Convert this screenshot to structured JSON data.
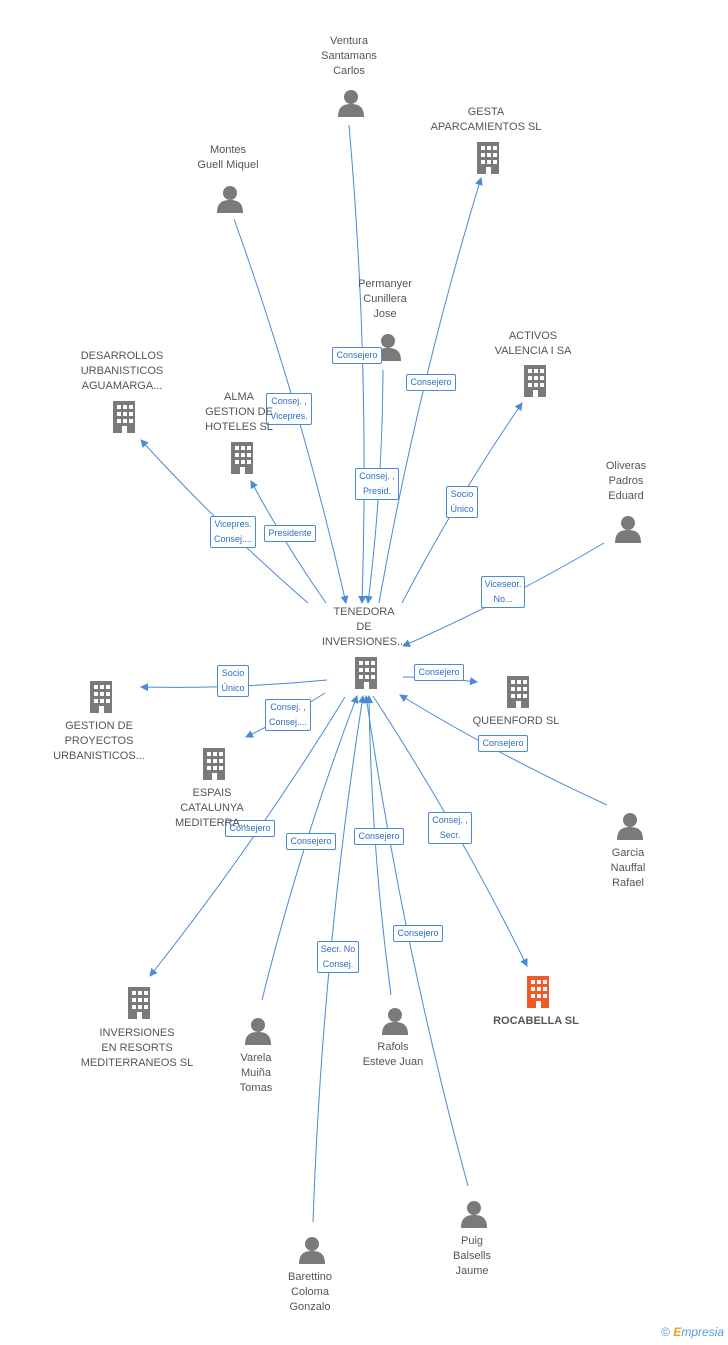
{
  "nodes": {
    "center": {
      "label": "TENEDORA\nDE\nINVERSIONES...",
      "kind": "company"
    },
    "ventura": {
      "label": "Ventura\nSantamans\nCarlos",
      "kind": "person"
    },
    "gesta": {
      "label": "GESTA\nAPARCAMIENTOS SL",
      "kind": "company"
    },
    "montes": {
      "label": "Montes\nGuell Miquel",
      "kind": "person"
    },
    "permanyer": {
      "label": "Permanyer\nCunillera\nJose",
      "kind": "person"
    },
    "activos": {
      "label": "ACTIVOS\nVALENCIA I SA",
      "kind": "company"
    },
    "desarrollos": {
      "label": "DESARROLLOS\nURBANISTICOS\nAGUAMARGA...",
      "kind": "company"
    },
    "alma": {
      "label": "ALMA\nGESTION DE\nHOTELES SL",
      "kind": "company"
    },
    "oliveras": {
      "label": "Oliveras\nPadros\nEduard",
      "kind": "person"
    },
    "gestion": {
      "label": "GESTION DE\nPROYECTOS\nURBANISTICOS...",
      "kind": "company"
    },
    "queenford": {
      "label": "QUEENFORD SL",
      "kind": "company"
    },
    "espais": {
      "label": "ESPAIS\nCATALUNYA\nMEDITERRA...",
      "kind": "company"
    },
    "garcia": {
      "label": "Garcia\nNauffal\nRafael",
      "kind": "person"
    },
    "inversiones": {
      "label": "INVERSIONES\nEN RESORTS\nMEDITERRANEOS SL",
      "kind": "company"
    },
    "varela": {
      "label": "Varela\nMuiña\nTomas",
      "kind": "person"
    },
    "rafols": {
      "label": "Rafols\nEsteve Juan",
      "kind": "person"
    },
    "rocabella": {
      "label": "ROCABELLA SL",
      "kind": "company",
      "highlight": true
    },
    "barettino": {
      "label": "Barettino\nColoma\nGonzalo",
      "kind": "person"
    },
    "puig": {
      "label": "Puig\nBalsells\nJaume",
      "kind": "person"
    }
  },
  "edges": [
    {
      "from": "ventura",
      "to": "center",
      "label": "Consejero"
    },
    {
      "from": "center",
      "to": "gesta",
      "label": "Consejero"
    },
    {
      "from": "montes",
      "to": "center",
      "label": "Consej. ,\nVicepres."
    },
    {
      "from": "permanyer",
      "to": "center",
      "label": "Consej. ,\nPresid."
    },
    {
      "from": "center",
      "to": "activos",
      "label": "Socio\nÚnico"
    },
    {
      "from": "center",
      "to": "desarrollos",
      "label": "Vicepres.\nConsej...."
    },
    {
      "from": "center",
      "to": "alma",
      "label": "Presidente"
    },
    {
      "from": "oliveras",
      "to": "center",
      "label": "Viceseor.\nNo..."
    },
    {
      "from": "center",
      "to": "gestion",
      "label": "Socio\nÚnico"
    },
    {
      "from": "center",
      "to": "queenford",
      "label": "Consejero"
    },
    {
      "from": "center",
      "to": "espais",
      "label": "Consej. ,\nConsej...."
    },
    {
      "from": "garcia",
      "to": "center",
      "label": "Consejero"
    },
    {
      "from": "center",
      "to": "inversiones",
      "label": "Consejero"
    },
    {
      "from": "varela",
      "to": "center",
      "label": "Consejero"
    },
    {
      "from": "rafols",
      "to": "center",
      "label": "Consejero"
    },
    {
      "from": "center",
      "to": "rocabella",
      "label": "Consej. ,\nSecr."
    },
    {
      "from": "barettino",
      "to": "center",
      "label": "Secr.  No\nConsej."
    },
    {
      "from": "puig",
      "to": "center",
      "label": "Consejero"
    }
  ],
  "colors": {
    "edge": "#4a8ad6",
    "node": "#7a7a7a",
    "highlight": "#f05a28"
  },
  "watermark": {
    "copyright": "©",
    "brand_initial": "E",
    "brand_rest": "mpresia"
  }
}
